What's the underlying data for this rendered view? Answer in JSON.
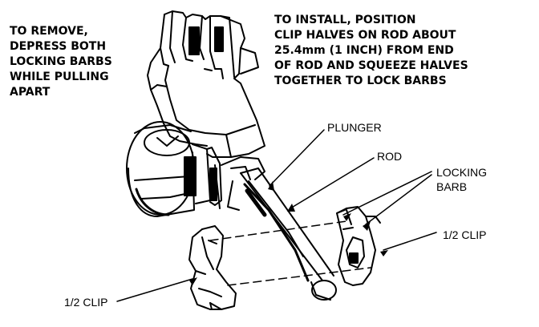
{
  "diagram": {
    "remove_instructions": "TO REMOVE,\nDEPRESS BOTH\nLOCKING BARBS\nWHILE PULLING\nAPART",
    "install_instructions": "TO INSTALL, POSITION\nCLIP HALVES ON ROD ABOUT\n25.4mm (1 INCH) FROM END\nOF ROD AND SQUEEZE HALVES\nTOGETHER TO LOCK BARBS",
    "labels": {
      "plunger": "PLUNGER",
      "rod": "ROD",
      "locking_barb": "LOCKING\nBARB",
      "half_clip_right": "1/2 CLIP",
      "half_clip_left": "1/2 CLIP"
    }
  },
  "colors": {
    "ink": "#000000",
    "paper": "#ffffff",
    "shade": "#2a2a2a"
  }
}
